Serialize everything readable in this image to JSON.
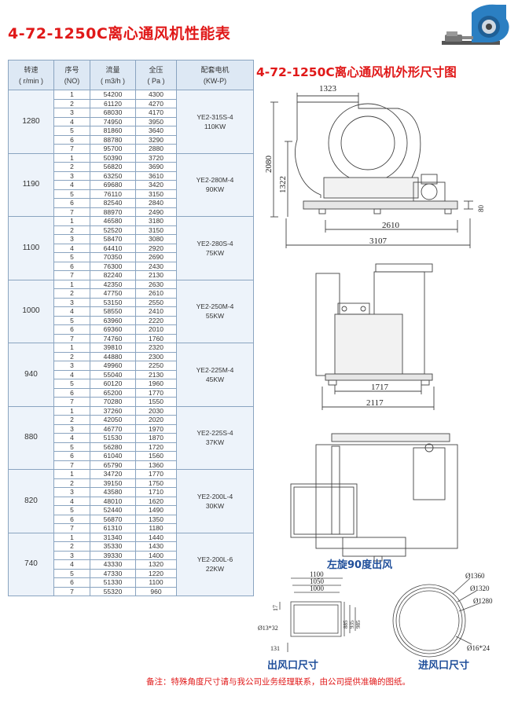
{
  "header": {
    "title": "4-72-1250C离心通风机性能表",
    "drawing_title": "4-72-1250C离心通风机外形尺寸图"
  },
  "table": {
    "columns": [
      {
        "name": "转速",
        "unit": "( r/min )"
      },
      {
        "name": "序号",
        "unit": "(NO)"
      },
      {
        "name": "流量",
        "unit": "( m3/h )"
      },
      {
        "name": "全压",
        "unit": "( Pa )"
      },
      {
        "name": "配套电机",
        "unit": "(KW-P)"
      }
    ],
    "groups": [
      {
        "speed": "1280",
        "motor": "YE2-315S-4",
        "power": "110KW",
        "rows": [
          [
            "1",
            "54200",
            "4300"
          ],
          [
            "2",
            "61120",
            "4270"
          ],
          [
            "3",
            "68030",
            "4170"
          ],
          [
            "4",
            "74950",
            "3950"
          ],
          [
            "5",
            "81860",
            "3640"
          ],
          [
            "6",
            "88780",
            "3290"
          ],
          [
            "7",
            "95700",
            "2880"
          ]
        ]
      },
      {
        "speed": "1190",
        "motor": "YE2-280M-4",
        "power": "90KW",
        "rows": [
          [
            "1",
            "50390",
            "3720"
          ],
          [
            "2",
            "56820",
            "3690"
          ],
          [
            "3",
            "63250",
            "3610"
          ],
          [
            "4",
            "69680",
            "3420"
          ],
          [
            "5",
            "76110",
            "3150"
          ],
          [
            "6",
            "82540",
            "2840"
          ],
          [
            "7",
            "88970",
            "2490"
          ]
        ]
      },
      {
        "speed": "1100",
        "motor": "YE2-280S-4",
        "power": "75KW",
        "rows": [
          [
            "1",
            "46580",
            "3180"
          ],
          [
            "2",
            "52520",
            "3150"
          ],
          [
            "3",
            "58470",
            "3080"
          ],
          [
            "4",
            "64410",
            "2920"
          ],
          [
            "5",
            "70350",
            "2690"
          ],
          [
            "6",
            "76300",
            "2430"
          ],
          [
            "7",
            "82240",
            "2130"
          ]
        ]
      },
      {
        "speed": "1000",
        "motor": "YE2-250M-4",
        "power": "55KW",
        "rows": [
          [
            "1",
            "42350",
            "2630"
          ],
          [
            "2",
            "47750",
            "2610"
          ],
          [
            "3",
            "53150",
            "2550"
          ],
          [
            "4",
            "58550",
            "2410"
          ],
          [
            "5",
            "63960",
            "2220"
          ],
          [
            "6",
            "69360",
            "2010"
          ],
          [
            "7",
            "74760",
            "1760"
          ]
        ]
      },
      {
        "speed": "940",
        "motor": "YE2-225M-4",
        "power": "45KW",
        "rows": [
          [
            "1",
            "39810",
            "2320"
          ],
          [
            "2",
            "44880",
            "2300"
          ],
          [
            "3",
            "49960",
            "2250"
          ],
          [
            "4",
            "55040",
            "2130"
          ],
          [
            "5",
            "60120",
            "1960"
          ],
          [
            "6",
            "65200",
            "1770"
          ],
          [
            "7",
            "70280",
            "1550"
          ]
        ]
      },
      {
        "speed": "880",
        "motor": "YE2-225S-4",
        "power": "37KW",
        "rows": [
          [
            "1",
            "37260",
            "2030"
          ],
          [
            "2",
            "42050",
            "2020"
          ],
          [
            "3",
            "46770",
            "1970"
          ],
          [
            "4",
            "51530",
            "1870"
          ],
          [
            "5",
            "56280",
            "1720"
          ],
          [
            "6",
            "61040",
            "1560"
          ],
          [
            "7",
            "65790",
            "1360"
          ]
        ]
      },
      {
        "speed": "820",
        "motor": "YE2-200L-4",
        "power": "30KW",
        "rows": [
          [
            "1",
            "34720",
            "1770"
          ],
          [
            "2",
            "39150",
            "1750"
          ],
          [
            "3",
            "43580",
            "1710"
          ],
          [
            "4",
            "48010",
            "1620"
          ],
          [
            "5",
            "52440",
            "1490"
          ],
          [
            "6",
            "56870",
            "1350"
          ],
          [
            "7",
            "61310",
            "1180"
          ]
        ]
      },
      {
        "speed": "740",
        "motor": "YE2-200L-6",
        "power": "22KW",
        "rows": [
          [
            "1",
            "31340",
            "1440"
          ],
          [
            "2",
            "35330",
            "1430"
          ],
          [
            "3",
            "39330",
            "1400"
          ],
          [
            "4",
            "43330",
            "1320"
          ],
          [
            "5",
            "47330",
            "1220"
          ],
          [
            "6",
            "51330",
            "1100"
          ],
          [
            "7",
            "55320",
            "960"
          ]
        ]
      }
    ]
  },
  "dimensions": {
    "side": {
      "top": "1323",
      "height_total": "2080",
      "height_center": "1322",
      "base_height": "80",
      "base_inner": "2610",
      "base_total": "3107"
    },
    "front": {
      "inner": "1717",
      "total": "2117"
    },
    "outlet": {
      "d1": "1100",
      "d2": "1050",
      "d3": "1000",
      "flange": "17",
      "holes": "Ø13*32",
      "v1": "885",
      "v2": "935",
      "v3": "985",
      "gap": "131"
    },
    "inlet": {
      "d1": "Ø1360",
      "d2": "Ø1320",
      "d3": "Ø1280",
      "holes": "Ø16*24"
    }
  },
  "captions": {
    "rotation": "左旋90度出风",
    "outlet": "出风口尺寸",
    "inlet": "进风口尺寸"
  },
  "footnote": "备注：特殊角度尺寸请与我公司业务经理联系，由公司提供准确的图纸。",
  "colors": {
    "title": "#e01818",
    "caption": "#1f4e9a",
    "table_border": "#8aa4c0",
    "table_header": "#dde8f4",
    "fan_body": "#2b7fc2"
  }
}
